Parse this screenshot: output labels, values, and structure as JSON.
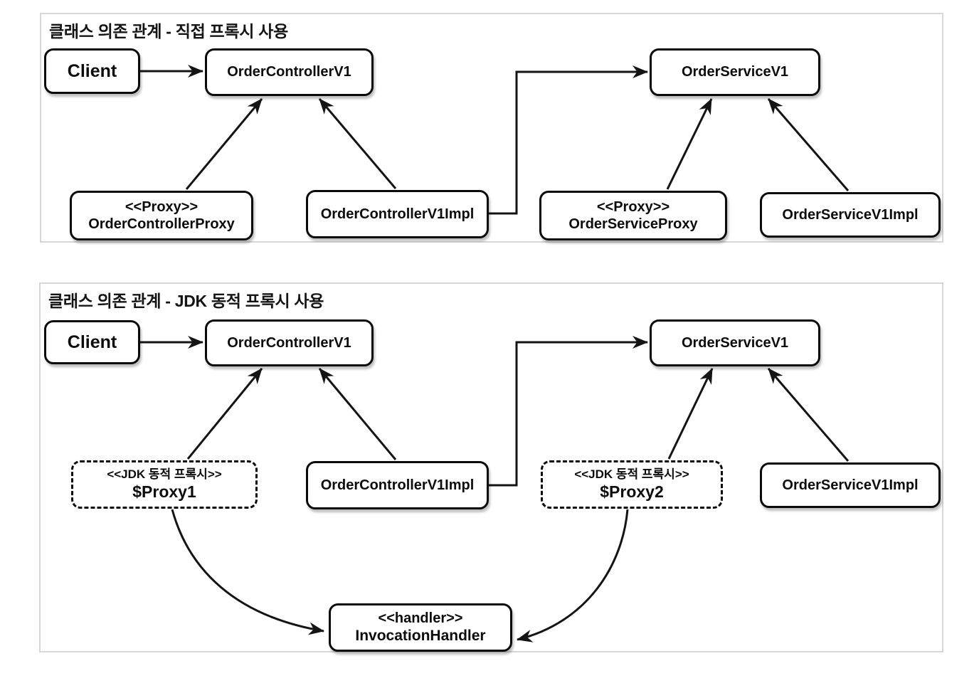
{
  "colors": {
    "stroke": "#141414",
    "box_border": "#0a0a0a",
    "panel_border": "#d7d7d7",
    "box_background": "#ffffff"
  },
  "diagram1": {
    "title": "클래스 의존 관계 - 직접 프록시 사용",
    "nodes": {
      "client": {
        "label": "Client"
      },
      "controller": {
        "label": "OrderControllerV1"
      },
      "service": {
        "label": "OrderServiceV1"
      },
      "controller_proxy": {
        "stereotype": "<<Proxy>>",
        "label": "OrderControllerProxy"
      },
      "controller_impl": {
        "label": "OrderControllerV1Impl"
      },
      "service_proxy": {
        "stereotype": "<<Proxy>>",
        "label": "OrderServiceProxy"
      },
      "service_impl": {
        "label": "OrderServiceV1Impl"
      }
    },
    "edges": [
      {
        "from": "Client",
        "to": "OrderControllerV1"
      },
      {
        "from": "OrderControllerProxy",
        "to": "OrderControllerV1"
      },
      {
        "from": "OrderControllerV1Impl",
        "to": "OrderControllerV1"
      },
      {
        "from": "OrderControllerV1Impl",
        "to": "OrderServiceV1"
      },
      {
        "from": "OrderServiceProxy",
        "to": "OrderServiceV1"
      },
      {
        "from": "OrderServiceV1Impl",
        "to": "OrderServiceV1"
      }
    ]
  },
  "diagram2": {
    "title": "클래스 의존 관계 - JDK 동적 프록시 사용",
    "nodes": {
      "client": {
        "label": "Client"
      },
      "controller": {
        "label": "OrderControllerV1"
      },
      "service": {
        "label": "OrderServiceV1"
      },
      "proxy1": {
        "stereotype": "<<JDK 동적 프록시>>",
        "label": "$Proxy1"
      },
      "controller_impl": {
        "label": "OrderControllerV1Impl"
      },
      "proxy2": {
        "stereotype": "<<JDK 동적 프록시>>",
        "label": "$Proxy2"
      },
      "service_impl": {
        "label": "OrderServiceV1Impl"
      },
      "handler": {
        "stereotype": "<<handler>>",
        "label": "InvocationHandler"
      }
    },
    "edges": [
      {
        "from": "Client",
        "to": "OrderControllerV1"
      },
      {
        "from": "$Proxy1",
        "to": "OrderControllerV1"
      },
      {
        "from": "OrderControllerV1Impl",
        "to": "OrderControllerV1"
      },
      {
        "from": "OrderControllerV1Impl",
        "to": "OrderServiceV1"
      },
      {
        "from": "$Proxy2",
        "to": "OrderServiceV1"
      },
      {
        "from": "OrderServiceV1Impl",
        "to": "OrderServiceV1"
      },
      {
        "from": "$Proxy1",
        "to": "InvocationHandler"
      },
      {
        "from": "$Proxy2",
        "to": "InvocationHandler"
      }
    ]
  }
}
